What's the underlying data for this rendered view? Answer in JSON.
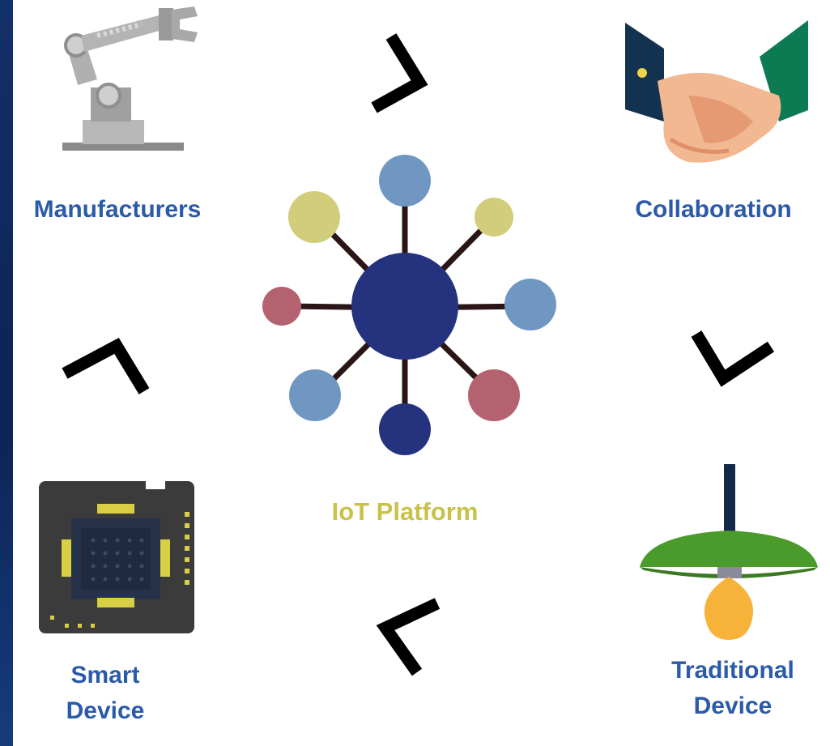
{
  "labels": {
    "manufacturers": "Manufacturers",
    "collaboration": "Collaboration",
    "smart_device": [
      "Smart",
      "Device"
    ],
    "traditional_device": [
      "Traditional",
      "Device"
    ],
    "iot_platform": "IoT Platform"
  },
  "colors": {
    "label_blue": "#2a5aa8",
    "platform_label": "#c8c24a",
    "hub_center": "#25327e",
    "node_blue": "#6f97c2",
    "node_yellow": "#d2cd7a",
    "node_red": "#b4626f",
    "node_navy": "#25327e",
    "chevron": "#000000"
  },
  "icons": {
    "manufacturers": "robot-arm-icon",
    "collaboration": "handshake-icon",
    "smart_device": "microchip-icon",
    "traditional_device": "hanging-lamp-icon",
    "iot_platform": "network-hub-icon"
  }
}
